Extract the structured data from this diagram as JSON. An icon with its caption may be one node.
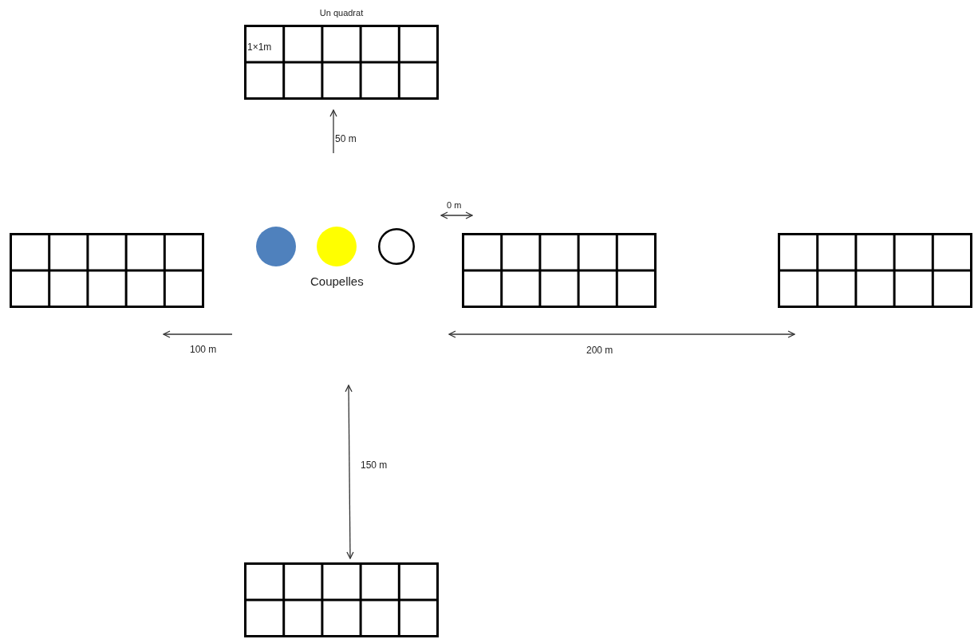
{
  "diagram": {
    "nodes": [
      {
        "text": [
          "Un quadrat",
          "1×1m"
        ]
      },
      {
        "text": [],
        "shape": "box"
      },
      {
        "text": [],
        "shape": "circle"
      },
      {
        "text": [],
        "shape": "circle"
      },
      {
        "text": [],
        "shape": "circle"
      },
      {
        "text": [],
        "shape": "box"
      },
      {
        "text": [],
        "shape": "box"
      },
      {
        "text": [],
        "shape": "box"
      }
    ],
    "labels": [
      "50 m",
      "0 m",
      "Coupelles",
      "100 m",
      "200 m",
      "150 m"
    ]
  }
}
